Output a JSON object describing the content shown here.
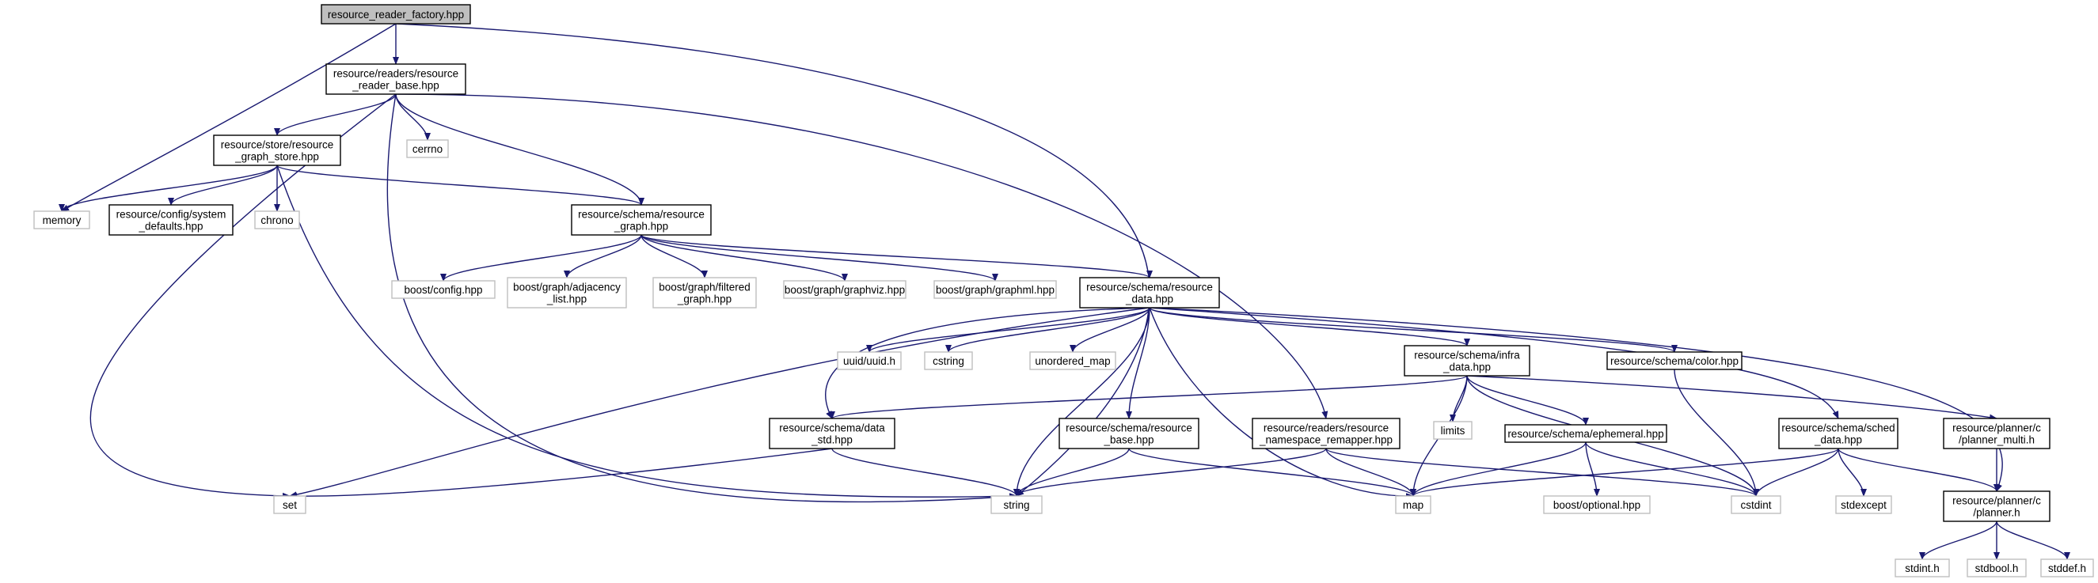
{
  "diagram": {
    "colors": {
      "edge": "#191970",
      "root_fill": "#bfbfbf",
      "documented_stroke": "#000000",
      "external_stroke": "#bfbfbf",
      "background": "#ffffff"
    },
    "nodes": [
      {
        "id": "factory",
        "lines": [
          "resource_reader_factory.hpp"
        ],
        "kind": "root"
      },
      {
        "id": "reader_base",
        "lines": [
          "resource/readers/resource",
          "_reader_base.hpp"
        ],
        "kind": "documented"
      },
      {
        "id": "graph_store",
        "lines": [
          "resource/store/resource",
          "_graph_store.hpp"
        ],
        "kind": "documented"
      },
      {
        "id": "cerrno",
        "lines": [
          "cerrno"
        ],
        "kind": "external"
      },
      {
        "id": "memory",
        "lines": [
          "memory"
        ],
        "kind": "external"
      },
      {
        "id": "system_defaults",
        "lines": [
          "resource/config/system",
          "_defaults.hpp"
        ],
        "kind": "documented"
      },
      {
        "id": "chrono",
        "lines": [
          "chrono"
        ],
        "kind": "external"
      },
      {
        "id": "resource_graph",
        "lines": [
          "resource/schema/resource",
          "_graph.hpp"
        ],
        "kind": "documented"
      },
      {
        "id": "boost_config",
        "lines": [
          "boost/config.hpp"
        ],
        "kind": "external"
      },
      {
        "id": "boost_adjacency",
        "lines": [
          "boost/graph/adjacency",
          "_list.hpp"
        ],
        "kind": "external"
      },
      {
        "id": "boost_filtered",
        "lines": [
          "boost/graph/filtered",
          "_graph.hpp"
        ],
        "kind": "external"
      },
      {
        "id": "boost_graphviz",
        "lines": [
          "boost/graph/graphviz.hpp"
        ],
        "kind": "external"
      },
      {
        "id": "boost_graphml",
        "lines": [
          "boost/graph/graphml.hpp"
        ],
        "kind": "external"
      },
      {
        "id": "resource_data",
        "lines": [
          "resource/schema/resource",
          "_data.hpp"
        ],
        "kind": "documented"
      },
      {
        "id": "uuid",
        "lines": [
          "uuid/uuid.h"
        ],
        "kind": "external"
      },
      {
        "id": "cstring",
        "lines": [
          "cstring"
        ],
        "kind": "external"
      },
      {
        "id": "unordered_map",
        "lines": [
          "unordered_map"
        ],
        "kind": "external"
      },
      {
        "id": "infra_data",
        "lines": [
          "resource/schema/infra",
          "_data.hpp"
        ],
        "kind": "documented"
      },
      {
        "id": "color",
        "lines": [
          "resource/schema/color.hpp"
        ],
        "kind": "documented"
      },
      {
        "id": "limits",
        "lines": [
          "limits"
        ],
        "kind": "external"
      },
      {
        "id": "data_std",
        "lines": [
          "resource/schema/data",
          "_std.hpp"
        ],
        "kind": "documented"
      },
      {
        "id": "schema_resource_base",
        "lines": [
          "resource/schema/resource",
          "_base.hpp"
        ],
        "kind": "documented"
      },
      {
        "id": "ns_remapper",
        "lines": [
          "resource/readers/resource",
          "_namespace_remapper.hpp"
        ],
        "kind": "documented"
      },
      {
        "id": "ephemeral",
        "lines": [
          "resource/schema/ephemeral.hpp"
        ],
        "kind": "documented"
      },
      {
        "id": "sched_data",
        "lines": [
          "resource/schema/sched",
          "_data.hpp"
        ],
        "kind": "documented"
      },
      {
        "id": "planner_multi",
        "lines": [
          "resource/planner/c",
          "/planner_multi.h"
        ],
        "kind": "documented"
      },
      {
        "id": "set",
        "lines": [
          "set"
        ],
        "kind": "external"
      },
      {
        "id": "string",
        "lines": [
          "string"
        ],
        "kind": "external"
      },
      {
        "id": "map",
        "lines": [
          "map"
        ],
        "kind": "external"
      },
      {
        "id": "boost_optional",
        "lines": [
          "boost/optional.hpp"
        ],
        "kind": "external"
      },
      {
        "id": "cstdint",
        "lines": [
          "cstdint"
        ],
        "kind": "external"
      },
      {
        "id": "stdexcept",
        "lines": [
          "stdexcept"
        ],
        "kind": "external"
      },
      {
        "id": "planner",
        "lines": [
          "resource/planner/c",
          "/planner.h"
        ],
        "kind": "documented"
      },
      {
        "id": "stdint",
        "lines": [
          "stdint.h"
        ],
        "kind": "external"
      },
      {
        "id": "stdbool",
        "lines": [
          "stdbool.h"
        ],
        "kind": "external"
      },
      {
        "id": "stddef",
        "lines": [
          "stddef.h"
        ],
        "kind": "external"
      }
    ],
    "edges": [
      [
        "factory",
        "reader_base"
      ],
      [
        "factory",
        "memory"
      ],
      [
        "factory",
        "string"
      ],
      [
        "reader_base",
        "graph_store"
      ],
      [
        "reader_base",
        "cerrno"
      ],
      [
        "reader_base",
        "resource_graph"
      ],
      [
        "reader_base",
        "ns_remapper"
      ],
      [
        "reader_base",
        "set"
      ],
      [
        "reader_base",
        "string"
      ],
      [
        "graph_store",
        "memory"
      ],
      [
        "graph_store",
        "system_defaults"
      ],
      [
        "graph_store",
        "chrono"
      ],
      [
        "graph_store",
        "resource_graph"
      ],
      [
        "graph_store",
        "string"
      ],
      [
        "resource_graph",
        "boost_config"
      ],
      [
        "resource_graph",
        "boost_adjacency"
      ],
      [
        "resource_graph",
        "boost_filtered"
      ],
      [
        "resource_graph",
        "boost_graphviz"
      ],
      [
        "resource_graph",
        "boost_graphml"
      ],
      [
        "resource_graph",
        "resource_data"
      ],
      [
        "resource_data",
        "uuid"
      ],
      [
        "resource_data",
        "cstring"
      ],
      [
        "resource_data",
        "unordered_map"
      ],
      [
        "resource_data",
        "infra_data"
      ],
      [
        "resource_data",
        "color"
      ],
      [
        "resource_data",
        "data_std"
      ],
      [
        "resource_data",
        "schema_resource_base"
      ],
      [
        "resource_data",
        "sched_data"
      ],
      [
        "resource_data",
        "planner"
      ],
      [
        "resource_data",
        "set"
      ],
      [
        "resource_data",
        "string"
      ],
      [
        "resource_data",
        "map"
      ],
      [
        "infra_data",
        "limits"
      ],
      [
        "infra_data",
        "data_std"
      ],
      [
        "infra_data",
        "ephemeral"
      ],
      [
        "infra_data",
        "planner_multi"
      ],
      [
        "infra_data",
        "map"
      ],
      [
        "infra_data",
        "cstdint"
      ],
      [
        "color",
        "cstdint"
      ],
      [
        "data_std",
        "set"
      ],
      [
        "data_std",
        "string"
      ],
      [
        "schema_resource_base",
        "string"
      ],
      [
        "schema_resource_base",
        "map"
      ],
      [
        "ns_remapper",
        "string"
      ],
      [
        "ns_remapper",
        "map"
      ],
      [
        "ns_remapper",
        "cstdint"
      ],
      [
        "ephemeral",
        "map"
      ],
      [
        "ephemeral",
        "boost_optional"
      ],
      [
        "ephemeral",
        "cstdint"
      ],
      [
        "sched_data",
        "map"
      ],
      [
        "sched_data",
        "cstdint"
      ],
      [
        "sched_data",
        "stdexcept"
      ],
      [
        "sched_data",
        "planner"
      ],
      [
        "planner_multi",
        "planner"
      ],
      [
        "planner",
        "stdint"
      ],
      [
        "planner",
        "stdbool"
      ],
      [
        "planner",
        "stddef"
      ]
    ]
  }
}
